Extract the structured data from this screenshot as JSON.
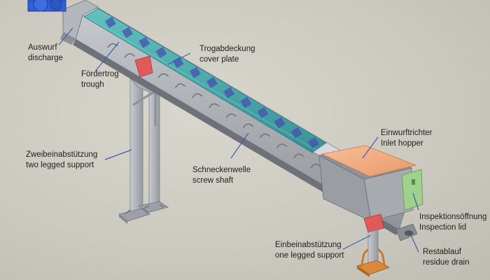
{
  "labels": [
    {
      "id": "discharge",
      "de": "Auswurf",
      "en": "discharge"
    },
    {
      "id": "trough",
      "de": "Fördertrog",
      "en": "trough"
    },
    {
      "id": "cover-plate",
      "de": "Trogabdeckung",
      "en": "cover plate"
    },
    {
      "id": "two-legged-support",
      "de": "Zweibeinabstützung",
      "en": "two legged support"
    },
    {
      "id": "screw-shaft",
      "de": "Schneckenwelle",
      "en": "screw shaft"
    },
    {
      "id": "inlet-hopper",
      "de": "Einwurftrichter",
      "en": "Inlet hopper"
    },
    {
      "id": "inspection-lid",
      "de": "Inspektionsöffnung",
      "en": "Inspection lid"
    },
    {
      "id": "one-legged-support",
      "de": "Einbeinabstützung",
      "en": "one legged support"
    },
    {
      "id": "residue-drain",
      "de": "Restablauf",
      "en": "residue drain"
    }
  ],
  "colors": {
    "background": "#cdcbc2",
    "trough": "#a9acb1",
    "cover_plate": "#3fa4a4",
    "screw_flight": "#4a4fb0",
    "motor": "#2f5fd6",
    "hopper": "#f2ad82",
    "inspection_lid": "#9fd08e",
    "flange": "#e05a5a",
    "support": "#b7bbc1",
    "base_plate": "#d88a3a"
  }
}
